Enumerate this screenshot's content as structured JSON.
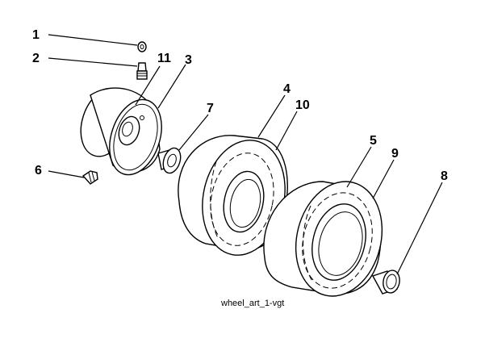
{
  "callouts": {
    "c1": "1",
    "c2": "2",
    "c3": "3",
    "c4": "4",
    "c5": "5",
    "c6": "6",
    "c7": "7",
    "c8": "8",
    "c9": "9",
    "c10": "10",
    "c11": "11"
  },
  "caption": "wheel_art_1-vgt"
}
